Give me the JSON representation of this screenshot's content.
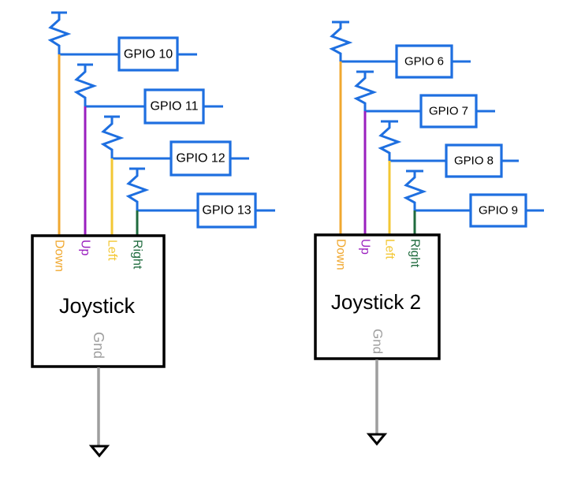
{
  "diagram": {
    "colors": {
      "signal": "#1E6FE0",
      "down": "#F0A830",
      "up": "#9A1FBF",
      "left": "#F3C734",
      "right": "#1F6B3E",
      "gnd": "#9E9E9E",
      "body": "#000000"
    },
    "joysticks": [
      {
        "name": "Joystick",
        "gnd_label": "Gnd",
        "ground_symbol": "ground-icon",
        "pins": [
          {
            "label": "Down",
            "gpio": "GPIO 10",
            "resistor": "pull-up-resistor-icon"
          },
          {
            "label": "Up",
            "gpio": "GPIO 11",
            "resistor": "pull-up-resistor-icon"
          },
          {
            "label": "Left",
            "gpio": "GPIO 12",
            "resistor": "pull-up-resistor-icon"
          },
          {
            "label": "Right",
            "gpio": "GPIO 13",
            "resistor": "pull-up-resistor-icon"
          }
        ]
      },
      {
        "name": "Joystick 2",
        "gnd_label": "Gnd",
        "ground_symbol": "ground-icon",
        "pins": [
          {
            "label": "Down",
            "gpio": "GPIO 6",
            "resistor": "pull-up-resistor-icon"
          },
          {
            "label": "Up",
            "gpio": "GPIO 7",
            "resistor": "pull-up-resistor-icon"
          },
          {
            "label": "Left",
            "gpio": "GPIO 8",
            "resistor": "pull-up-resistor-icon"
          },
          {
            "label": "Right",
            "gpio": "GPIO 9",
            "resistor": "pull-up-resistor-icon"
          }
        ]
      }
    ]
  }
}
